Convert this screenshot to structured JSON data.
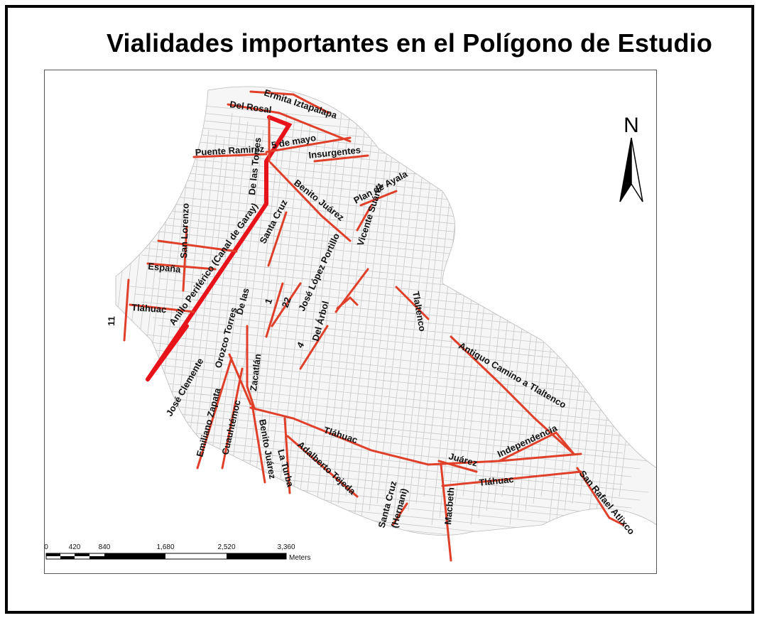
{
  "title": "Vialidades importantes en el Polígono de Estudio",
  "colors": {
    "road": "#e0402a",
    "major_road": "#e8121a",
    "street_grid": "#c9c9c9",
    "background": "#ffffff",
    "text": "#111111"
  },
  "north_arrow": {
    "label": "N",
    "icon": "north-arrow-icon"
  },
  "scale_bar": {
    "ticks": [
      "0",
      "420",
      "840",
      "1,680",
      "2,520",
      "3,360"
    ],
    "unit": "Meters"
  },
  "roads": [
    "Ermita Iztapalapa",
    "Del Rosal",
    "5 de mayo",
    "Puente Ramirez",
    "Insurgentes",
    "De las Torres",
    "Benito Juárez",
    "Plan de Ayala",
    "Vicente Suárez",
    "San Lorenzo",
    "Santa Cruz",
    "España",
    "Anillo Periférico (Canal de Garay)",
    "José López Portillo",
    "Tláhuac",
    "11",
    "De las",
    "1",
    "22",
    "Del Árbol",
    "Tlaltenco",
    "Orozco Torres",
    "José Clemente",
    "Zacatlán",
    "4",
    "Antiguo Camino a Tlaltenco",
    "Emiliano Zapata",
    "Cuauhtémoc",
    "Benito Juárez",
    "La Turba",
    "Adalberto Tejeda",
    "Tláhuac",
    "Juárez",
    "Independencia",
    "Tláhuac",
    "San Rafael Atlixco",
    "Santa Cruz",
    "(Hernani)",
    "Macbeth"
  ]
}
